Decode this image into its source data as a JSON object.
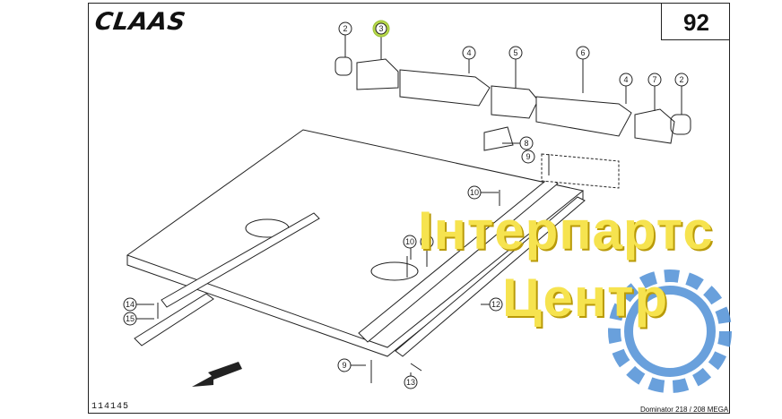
{
  "header": {
    "brand": "CLAAS",
    "page_number": "92"
  },
  "footer": {
    "drawing_number": "114145",
    "model": "Dominator 218 / 208 MEGA"
  },
  "callouts": [
    "2",
    "3",
    "4",
    "5",
    "6",
    "4",
    "7",
    "2",
    "8",
    "9",
    "10",
    "10",
    "11",
    "12",
    "13",
    "14",
    "15",
    "9"
  ],
  "highlighted_callout": "3",
  "watermark": {
    "line1": "Інтерпартс",
    "line2": "Центр"
  },
  "colors": {
    "line": "#222222",
    "highlight": "#b8d84a",
    "watermark_text": "#f6e34f",
    "watermark_gear": "#4f8fd6"
  }
}
